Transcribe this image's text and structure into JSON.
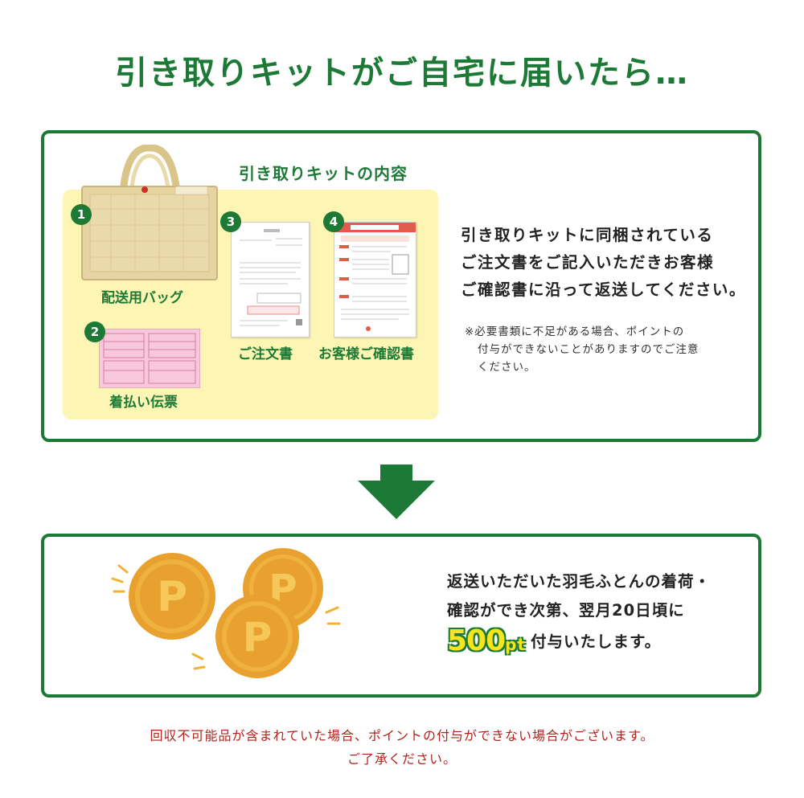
{
  "title": "引き取りキットがご自宅に届いたら…",
  "kit": {
    "heading": "引き取りキットの内容",
    "items": [
      {
        "num": "1",
        "label": "配送用バッグ"
      },
      {
        "num": "2",
        "label": "着払い伝票"
      },
      {
        "num": "3",
        "label": "ご注文書"
      },
      {
        "num": "4",
        "label": "お客様ご確認書"
      }
    ],
    "description": [
      "引き取りキットに同梱されている",
      "ご注文書をご記入いただきお客様",
      "ご確認書に沿って返送してください。"
    ],
    "note": [
      "※必要書類に不足がある場合、ポイントの",
      "付与ができないことがありますのでご注意",
      "ください。"
    ]
  },
  "points": {
    "line1": "返送いただいた羽毛ふとんの着荷・",
    "line2": "確認ができ次第、翌月20日頃に",
    "amount": "500",
    "unit": "pt",
    "line3": "付与いたします。",
    "coin_letter": "P"
  },
  "footer": {
    "line1": "回収不可能品が含まれていた場合、ポイントの付与ができない場合がございます。",
    "line2": "ご了承ください。"
  },
  "colors": {
    "green": "#1d7a36",
    "yellow_panel": "#fdf5b4",
    "coin": "#e9a93a",
    "footer_red": "#b3231c",
    "points_yellow": "#f6e41d"
  }
}
